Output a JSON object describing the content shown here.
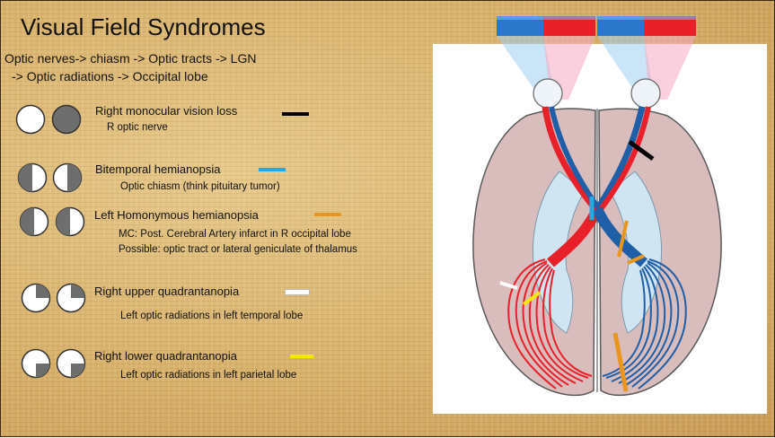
{
  "slide": {
    "title": "Visual Field Syndromes",
    "pathway_line1": "Optic nerves-> chiasm -> Optic tracts  -> LGN",
    "pathway_line2": " -> Optic radiations  -> Occipital lobe"
  },
  "syndromes": [
    {
      "name": "Right monocular vision loss",
      "location": "R optic nerve",
      "marker_color": "#000000",
      "left_eye_field": "intact",
      "right_eye_field": "full-loss"
    },
    {
      "name": "Bitemporal hemianopsia",
      "location": "Optic chiasm (think pituitary tumor)",
      "marker_color": "#29a8e0",
      "left_eye_field": "left-half-loss",
      "right_eye_field": "right-half-loss"
    },
    {
      "name": "Left Homonymous hemianopsia",
      "location_line1": "MC: Post. Cerebral Artery infarct in R occipital lobe",
      "location_line2": "Possible: optic tract or lateral geniculate of thalamus",
      "marker_color": "#e8961e",
      "left_eye_field": "left-half-loss",
      "right_eye_field": "left-half-loss"
    },
    {
      "name": "Right upper quadrantanopia",
      "location": "Left optic radiations in left temporal lobe",
      "marker_color": "#ffffff",
      "left_eye_field": "upper-right-loss",
      "right_eye_field": "upper-right-loss"
    },
    {
      "name": "Right lower quadrantanopia",
      "location": "Left optic radiations in left parietal lobe",
      "marker_color": "#f5e800",
      "left_eye_field": "lower-right-loss",
      "right_eye_field": "lower-right-loss"
    }
  ],
  "colors": {
    "left_field": "#2a78c8",
    "right_field": "#e8202a",
    "brain": "#d9bcbc",
    "ventricle": "#cfe6f2",
    "field_loss": "#6e6e6e"
  }
}
